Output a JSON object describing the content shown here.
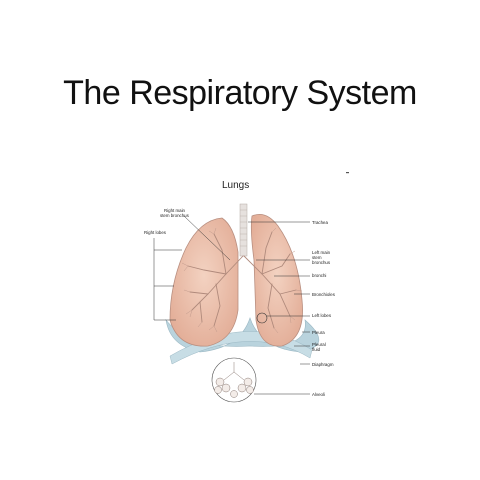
{
  "slide": {
    "title": "The Respiratory System"
  },
  "diagram": {
    "title": "Lungs",
    "labels": {
      "right_main_stem_bronchus_1": "Right main",
      "right_main_stem_bronchus_2": "stem bronchus",
      "right_lobes": "Right lobes",
      "trachea": "Trachea",
      "left_main_stem_bronchus_1": "Left main",
      "left_main_stem_bronchus_2": "stem",
      "left_main_stem_bronchus_3": "bronchus",
      "bronchi": "bronchi",
      "bronchioles": "Bronchioles",
      "left_lobes": "Left lobes",
      "pleura": "Pleura",
      "pleural_fluid_1": "Pleural",
      "pleural_fluid_2": "fluid",
      "diaphragm": "Diaphragm",
      "alveoli": "Alveoli"
    },
    "colors": {
      "lung_fill": "#eec3ae",
      "lung_outline": "#b98f80",
      "pleura": "#b9d3dd",
      "airway": "#d8d0cc",
      "leader_line": "#333333"
    }
  }
}
